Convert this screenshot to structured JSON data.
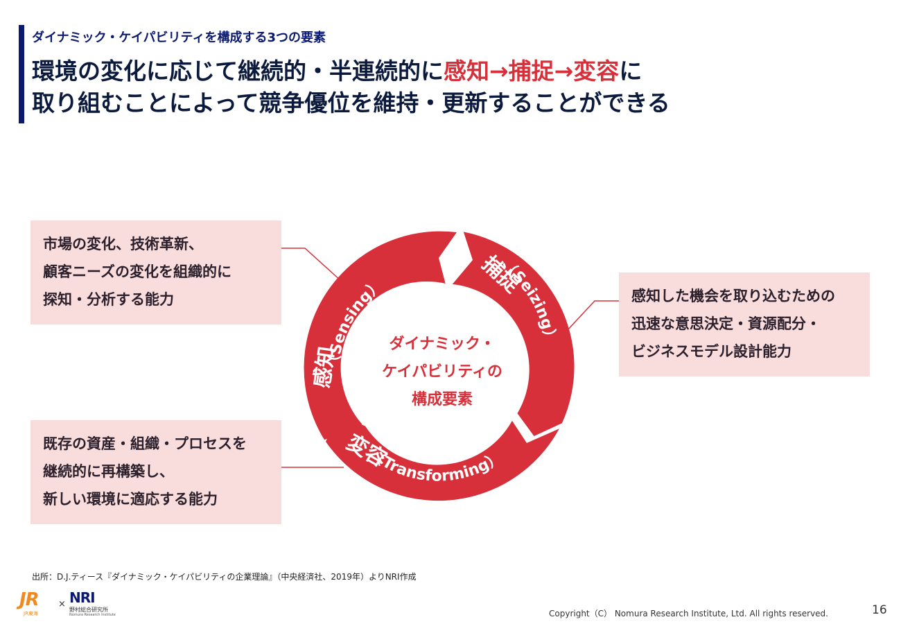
{
  "header": {
    "subtitle": "ダイナミック・ケイパビリティを構成する3つの要素",
    "headline_line1_a": "環境の変化に応じて継続的・半連続的に",
    "headline_line1_b": "感知→捕捉→変容",
    "headline_line1_c": "に",
    "headline_line2": "取り組むことによって競争優位を維持・更新することができる"
  },
  "diagram": {
    "center_lines": [
      "ダイナミック・",
      "ケイパビリティの",
      "構成要素"
    ],
    "segments": {
      "sensing": {
        "kanji": "感知",
        "en": "（Sensing）"
      },
      "seizing": {
        "kanji": "捕捉",
        "en": "（Seizing）"
      },
      "transforming": {
        "kanji": "変容",
        "en": "（Transforming）"
      }
    },
    "colors": {
      "ring": "#d7303a",
      "box": "#f9dcdc",
      "connector": "#d7303a",
      "title_bar": "#0b1a6e"
    }
  },
  "boxes": {
    "sensing": [
      "市場の変化、技術革新、",
      "顧客ニーズの変化を組織的に",
      "探知・分析する能力"
    ],
    "seizing": [
      "感知した機会を取り込むための",
      "迅速な意思決定・資源配分・",
      "ビジネスモデル設計能力"
    ],
    "transforming": [
      "既存の資産・組織・プロセスを",
      "継続的に再構築し、",
      "新しい環境に適応する能力"
    ]
  },
  "footer": {
    "source": "出所：D.J.ティース『ダイナミック・ケイパビリティの企業理論』（中央経済社、2019年）よりNRI作成",
    "logo_jr": "JR",
    "logo_jr_sub": "JR東海",
    "logo_times": "×",
    "logo_nri": "NRI",
    "logo_nri_jp": "野村総合研究所",
    "logo_nri_en": "Nomura Research Institute",
    "copyright": "Copyright（C） Nomura Research Institute, Ltd. All rights reserved.",
    "page_number": "16"
  }
}
